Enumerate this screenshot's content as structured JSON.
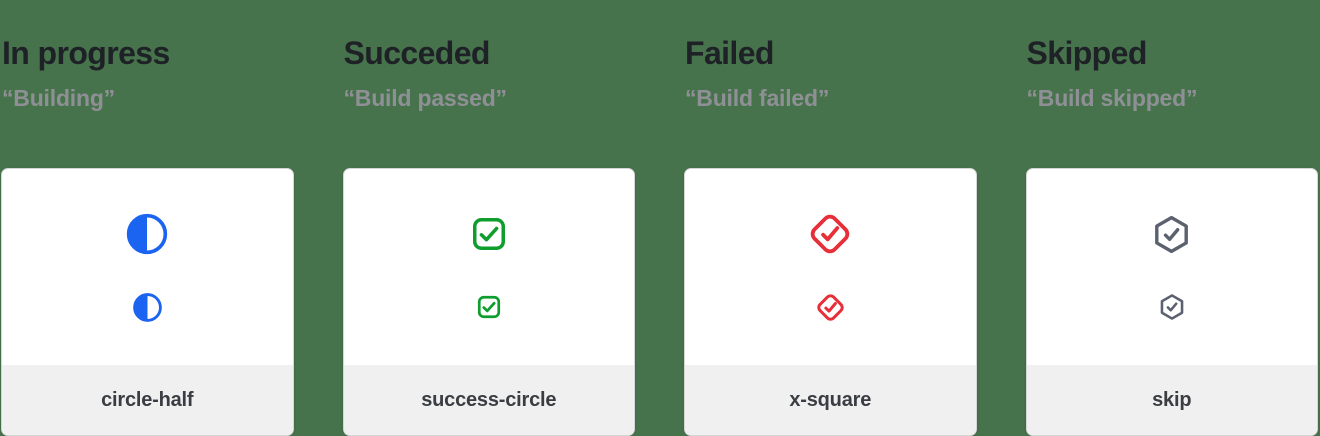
{
  "page": {
    "background_color": "#47734c"
  },
  "colors": {
    "card_background": "#ffffff",
    "card_border": "#d6d6d6",
    "footer_background": "#f0f0f1",
    "title_text": "#1e2126",
    "subtitle_text": "#8f9095",
    "label_text": "#3a3d41"
  },
  "columns": [
    {
      "title": "In progress",
      "subtitle": "“Building”",
      "label": "circle-half",
      "icon": "circle-half-icon",
      "icon_color": "#1b64f2"
    },
    {
      "title": "Succeded",
      "subtitle": "“Build passed”",
      "label": "success-circle",
      "icon": "check-square-icon",
      "icon_color": "#0f9d2d"
    },
    {
      "title": "Failed",
      "subtitle": "“Build failed”",
      "label": "x-square",
      "icon": "diamond-check-icon",
      "icon_color": "#e62f39"
    },
    {
      "title": "Skipped",
      "subtitle": "“Build skipped”",
      "label": "skip",
      "icon": "hexagon-check-icon",
      "icon_color": "#5b616e"
    }
  ]
}
